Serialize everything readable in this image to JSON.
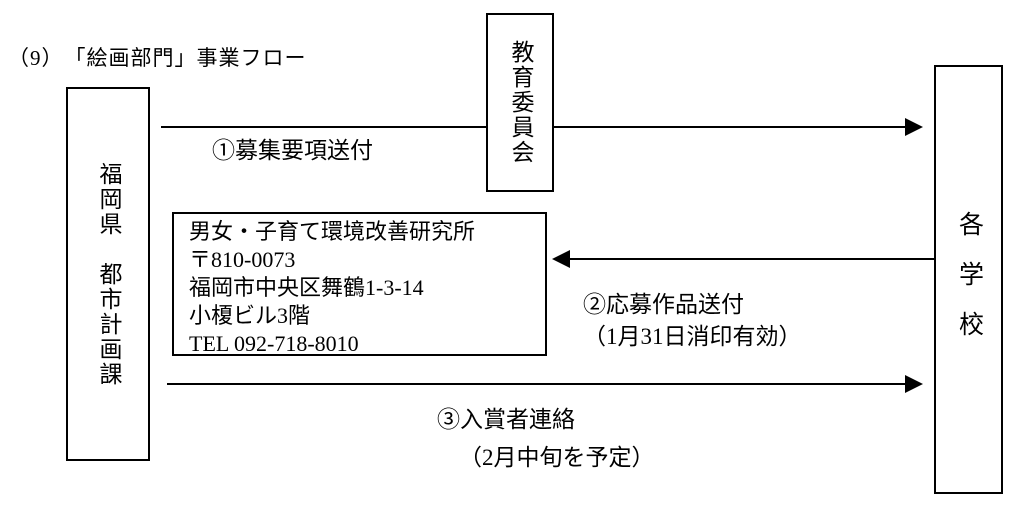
{
  "page": {
    "title": "（9）　「絵画部門」事業フロー",
    "ink_color": "#000000",
    "background_color": "#ffffff"
  },
  "nodes": {
    "prefecture": {
      "label": "福岡県　都市計画課"
    },
    "board": {
      "label": "教育委員会"
    },
    "schools": {
      "label": "各学校"
    },
    "institute": {
      "name": "男女・子育て環境改善研究所",
      "postal": "〒810-0073",
      "address": "福岡市中央区舞鶴1-3-14",
      "building": "小榎ビル3階",
      "tel": "TEL 092-718-8010"
    }
  },
  "flows": {
    "flow1": {
      "label": "①募集要項送付",
      "from": "福岡県 都市計画課",
      "to": "各学校",
      "direction": "right"
    },
    "flow2": {
      "label": "②応募作品送付",
      "note": "（1月31日消印有効）",
      "from": "各学校",
      "to": "男女・子育て環境改善研究所",
      "direction": "left"
    },
    "flow3": {
      "label": "③入賞者連絡",
      "note": "（2月中旬を予定）",
      "from": "福岡県 都市計画課",
      "to": "各学校",
      "direction": "right"
    }
  }
}
